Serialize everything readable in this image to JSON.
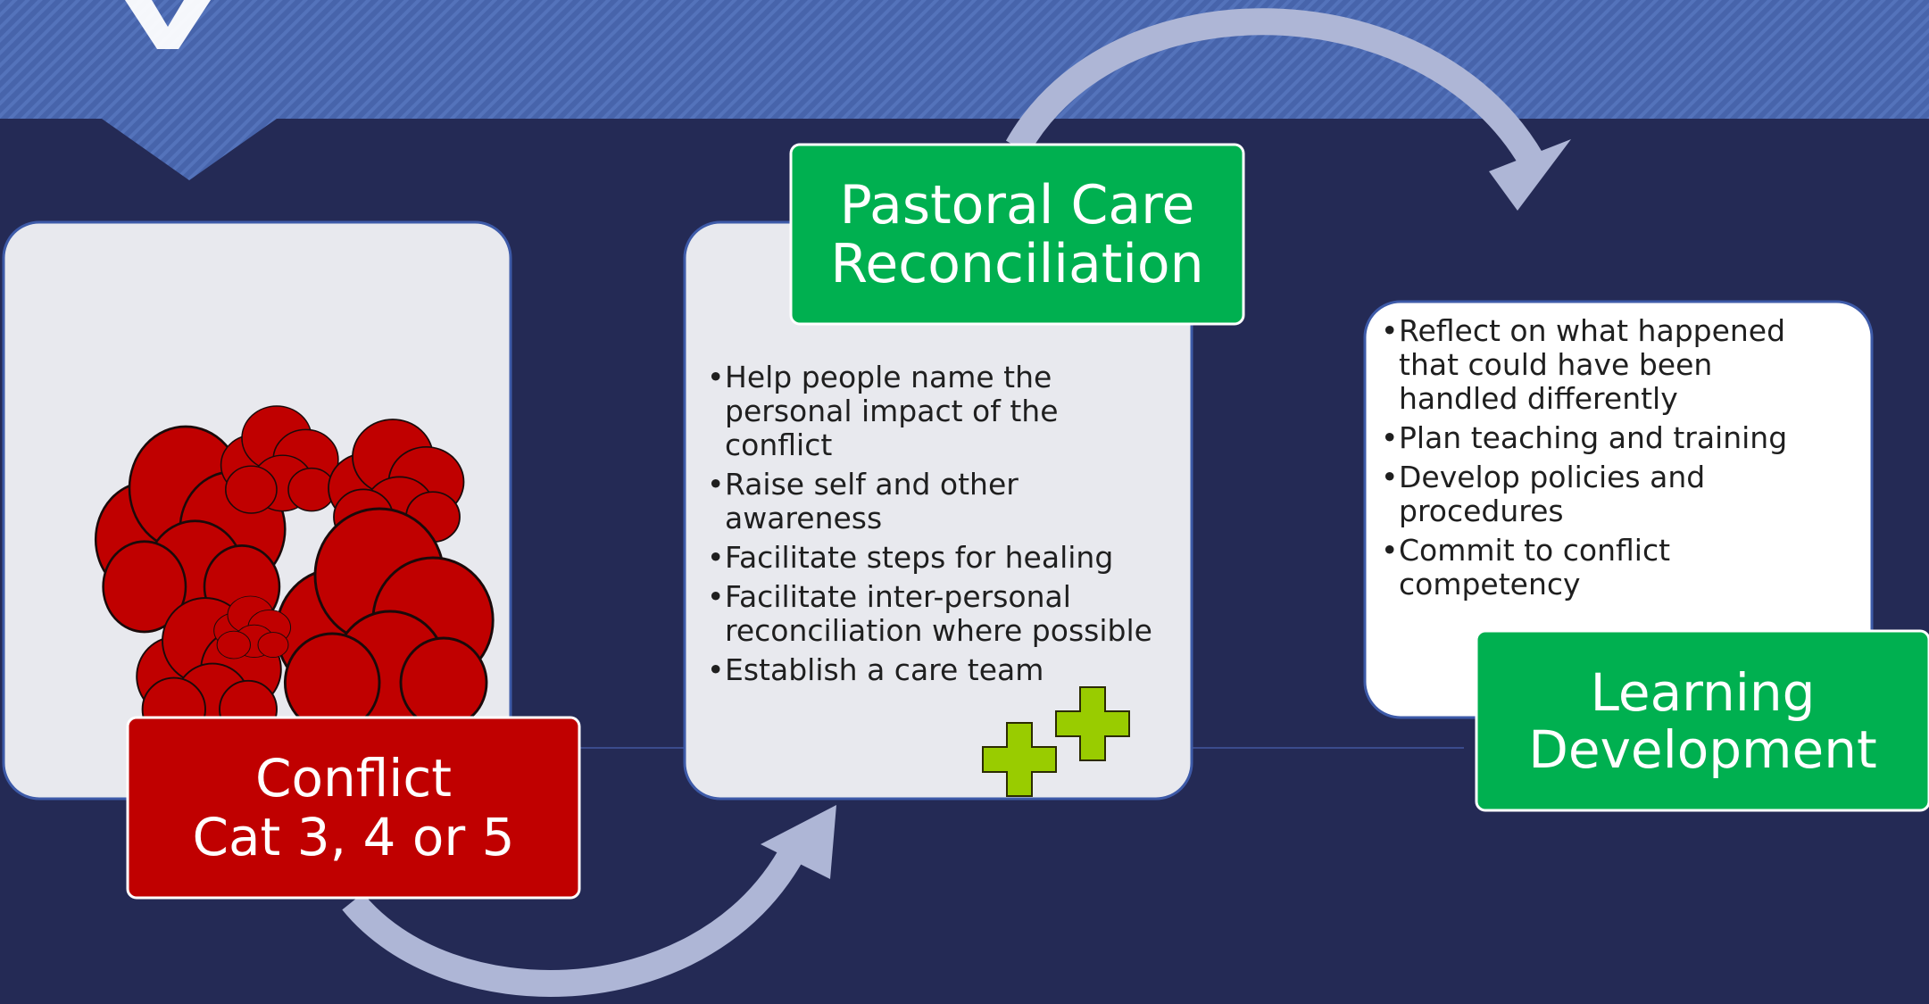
{
  "colors": {
    "background": "#242a55",
    "header_band": "#4764ab",
    "box_light": "#e8e9ee",
    "box_white": "#ffffff",
    "arrow": "#aeb6d6",
    "red_label": "#c00000",
    "green_label": "#00b050",
    "cloud": "#c00000",
    "plus": "#99cc00"
  },
  "stages": [
    {
      "id": "conflict",
      "label_lines": [
        "Conflict",
        "Cat 3, 4 or 5"
      ],
      "bullets": []
    },
    {
      "id": "pastoral",
      "label_lines": [
        "Pastoral Care",
        "Reconciliation"
      ],
      "bullets": [
        "Help people name the personal impact of the conflict",
        "Raise self and other awareness",
        "Facilitate steps for healing",
        "Facilitate inter-personal reconciliation where possible",
        "Establish a care team"
      ]
    },
    {
      "id": "learning",
      "label_lines": [
        "Learning",
        "Development"
      ],
      "bullets": [
        "Reflect on what happened that could have been handled differently",
        "Plan teaching and training",
        "Develop policies and procedures",
        "Commit to conflict competency"
      ]
    }
  ],
  "icons": {
    "clouds": "conflict-clouds-icon",
    "plus": "plus-icon"
  }
}
